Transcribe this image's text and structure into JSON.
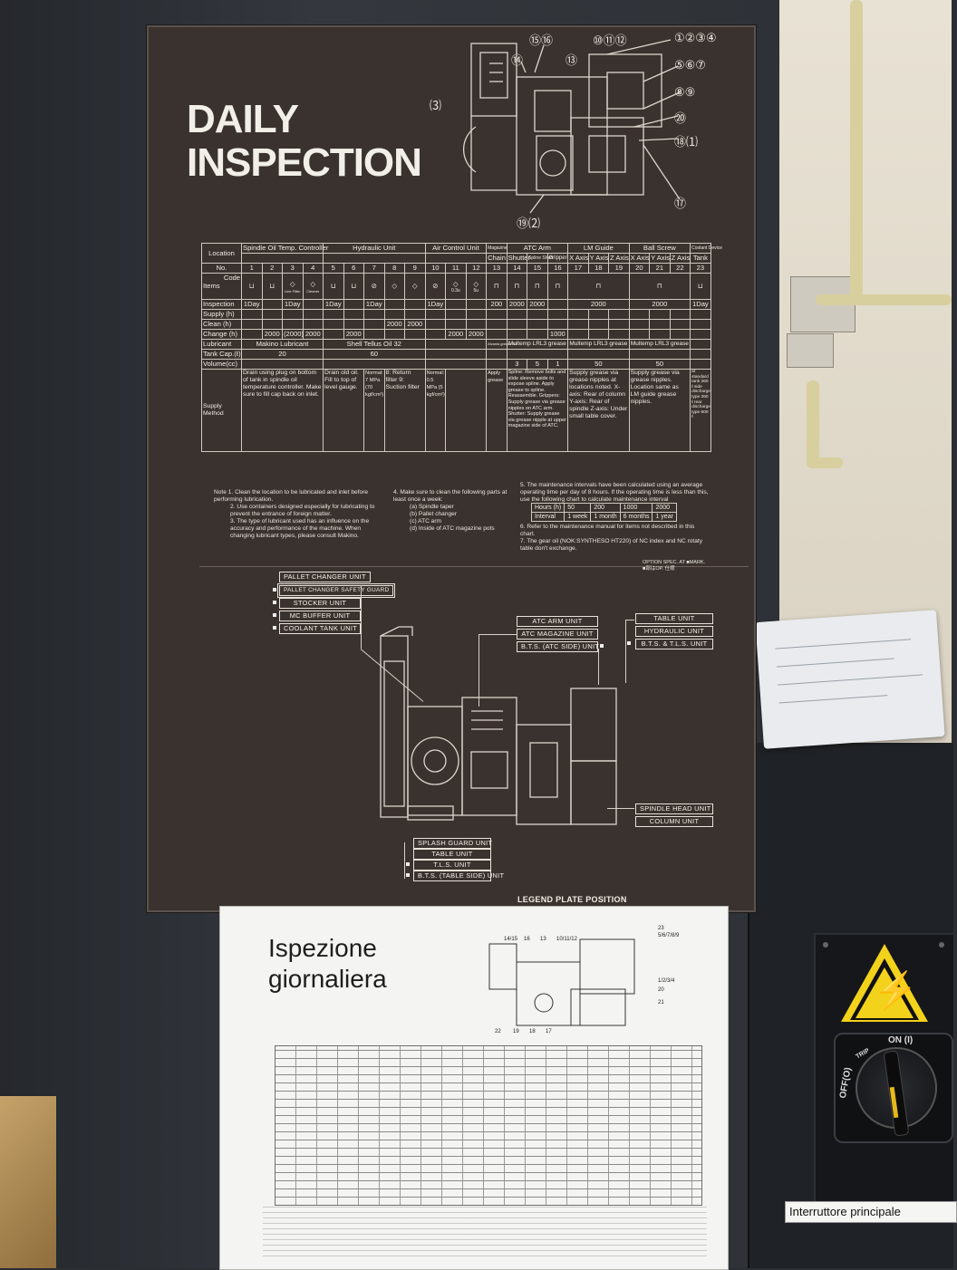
{
  "plate": {
    "title_line1": "DAILY",
    "title_line2": "INSPECTION",
    "callouts": {
      "c1516": "⑮⑯",
      "c101112": "⑩⑪⑫",
      "c1234": "①②③④",
      "c14": "⑭",
      "c13": "⑬",
      "c567": "⑤⑥⑦",
      "c23": "⑶",
      "c89": "⑧⑨",
      "c20": "⑳",
      "c1821": "⑱⑴",
      "c17": "⑰",
      "c1922": "⑲⑵"
    },
    "table": {
      "h_location": "Location",
      "h_spindle": "Spindle Oil Temp. Controller",
      "h_hydraulic": "Hydraulic Unit",
      "h_air": "Air Control Unit",
      "h_magazine": "Magazine",
      "h_atc": "ATC Arm",
      "h_lm": "LM Guide",
      "h_ball": "Ball Screw",
      "h_coolant": "Coolant Device",
      "sub_chain": "Chain",
      "sub_shutter": "Shutter",
      "sub_spline": "Spline Shaft",
      "sub_gripper": "Gripper",
      "sub_x": "X Axis",
      "sub_y": "Y Axis",
      "sub_z": "Z Axis",
      "sub_bx": "X Axis",
      "sub_by": "Y Axis",
      "sub_bz": "Z Axis",
      "sub_tank": "Tank",
      "row_no": "No.",
      "nums": [
        "1",
        "2",
        "3",
        "4",
        "5",
        "6",
        "7",
        "8",
        "9",
        "10",
        "11",
        "12",
        "13",
        "14",
        "15",
        "16",
        "17",
        "18",
        "19",
        "20",
        "21",
        "22",
        "23"
      ],
      "row_code": "Code",
      "row_items": "Items",
      "code_notes": {
        "n3": "Line Filter",
        "n4": "Cleaner",
        "n11": "0.3u",
        "n12": "5u"
      },
      "row_inspection": "Inspection",
      "insp_1": "1Day",
      "insp_3": "1Day",
      "insp_5": "1Day",
      "insp_7": "1Day",
      "insp_10": "1Day",
      "insp_13": "200",
      "insp_14": "2000",
      "insp_15": "2000",
      "insp_lm": "2000",
      "insp_ball": "2000",
      "insp_23": "1Day",
      "row_supply": "Supply (h)",
      "row_clean": "Clean (h)",
      "clean_8": "2000",
      "clean_9": "2000",
      "row_change": "Change (h)",
      "change_2": "2000",
      "change_3": "(2000)",
      "change_4": "2000",
      "change_6": "2000",
      "change_11": "2000",
      "change_12": "2000",
      "change_16": "1000",
      "row_lubricant": "Lubricant",
      "lub_spindle": "Makino Lubricant",
      "lub_hyd": "Shell Tellus Oil 32",
      "lub_mag": "Alvania grease S2",
      "lub_atc": "Multemp LRL3 grease",
      "lub_lm": "Multemp LRL3 grease",
      "lub_ball": "Multemp LRL3 grease",
      "row_tank": "Tank Cap.(ℓ)",
      "tank_spindle": "20",
      "tank_hyd": "60",
      "row_volume": "Volume(cc)",
      "vol_14": "3",
      "vol_15": "5",
      "vol_16": "1",
      "vol_lm": "50",
      "vol_ball": "50",
      "row_supply_method": "Supply Method",
      "sm_spindle": "Drain using plug on bottom of tank in spindle oil temperature controller. Make sure to fill cap back on inlet.",
      "sm_hyd": "Drain old oil. Fill to top of level gauge.",
      "sm_7": "Normal: 7 MPa (70 kgf/cm²)",
      "sm_8": "8: Return filter 9: Suction filter",
      "sm_10": "Normal: 0.5 MPa (5 kgf/cm²)",
      "sm_13": "Apply grease",
      "sm_atc": "Spline: Remove bolts and slide sleeve aside to expose spline. Apply grease to spline. Reassemble. Grippers: Supply grease via grease nipples on ATC arm. Shutter: Supply grease via grease nipple at upper magazine side of ATC.",
      "sm_lm": "Supply grease via grease nipples at locations noted. X-axis: Rear of column Y-axis: Rear of spindle Z-axis: Under small table cover.",
      "sm_ball": "Supply grease via grease nipples. Location same as LM guide grease nipples.",
      "sm_23": "at standard tank 360 ℓ side discharge type 360 ℓ rear discharge type 600 ℓ"
    },
    "notes": {
      "n1": "Note 1. Clean the location to be lubricated and inlet before performing lubrication.",
      "n2": "2. Use containers designed especially for lubricating to prevent the entrance of foreign matter.",
      "n3": "3. The type of lubricant used has an influence on the accuracy and performance of the machine. When changing lubricant types, please consult Makino.",
      "n4": "4. Make sure to clean the following parts at least once a week:",
      "n4a": "(a) Spindle taper",
      "n4b": "(b) Pallet changer",
      "n4c": "(c) ATC arm",
      "n4d": "(d) Inside of ATC magazine pots",
      "n5": "5. The maintenance intervals have been calculated using an average operating time per day of 8 hours. If the operating time is less than this, use the following chart to calculate maintenance interval",
      "n6": "6. Refer to the maintenance manual for items not described in this chart.",
      "n7": "7. The gear oil (NOK:SYNTHESO HT220) of NC index and NC rotaty table don't exchange."
    },
    "interval": {
      "hours_label": "Hours (h)",
      "hours": [
        "50",
        "200",
        "1000",
        "2000"
      ],
      "interval_label": "Interval",
      "intervals": [
        "1 week",
        "1 month",
        "6 months",
        "1 year"
      ]
    },
    "option": {
      "line1": "OPTION SPEC. AT ■MARK.",
      "line2": "■部はOP. 仕様"
    },
    "legend": {
      "pallet_changer": "PALLET CHANGER UNIT",
      "pallet_guard": "PALLET CHANGER SAFETY GUARD",
      "stocker": "STOCKER UNIT",
      "mc_buffer": "MC BUFFER UNIT",
      "coolant_tank": "COOLANT TANK UNIT",
      "atc_arm": "ATC ARM UNIT",
      "atc_magazine": "ATC MAGAZINE UNIT",
      "bts_atc": "B.T.S. (ATC SIDE) UNIT",
      "table": "TABLE UNIT",
      "hydraulic": "HYDRAULIC UNIT",
      "bts_tls": "B.T.S. & T.L.S. UNIT",
      "spindle_head": "SPINDLE HEAD UNIT",
      "column": "COLUMN UNIT",
      "splash_guard": "SPLASH GUARD UNIT",
      "table2": "TABLE UNIT",
      "tls": "T.L.S. UNIT",
      "bts_table": "B.T.S. (TABLE SIDE) UNIT",
      "plate_position": "LEGEND PLATE POSITION"
    }
  },
  "italian": {
    "title_line1": "Ispezione",
    "title_line2": "giornaliera",
    "callouts": {
      "a": "14/15",
      "b": "16",
      "c": "13",
      "d": "10/11/12",
      "e": "23",
      "f": "5/6/7/8/9",
      "g": "1/2/3/4",
      "h": "20",
      "i": "21",
      "j": "22",
      "k": "19",
      "l": "18",
      "m": "17"
    }
  },
  "electrical": {
    "on_label": "ON (I)",
    "off_label": "OFF(O)",
    "trip_label": "TRIP",
    "main_switch_label": "Interruttore principale"
  },
  "colors": {
    "plate_bg": "#3a322e",
    "plate_text": "#ece8e2",
    "warning_yellow": "#f3d21b",
    "cabinet": "#2e3237"
  },
  "icons": {
    "warning": "high-voltage-warning-icon",
    "switch": "rotary-main-switch"
  }
}
